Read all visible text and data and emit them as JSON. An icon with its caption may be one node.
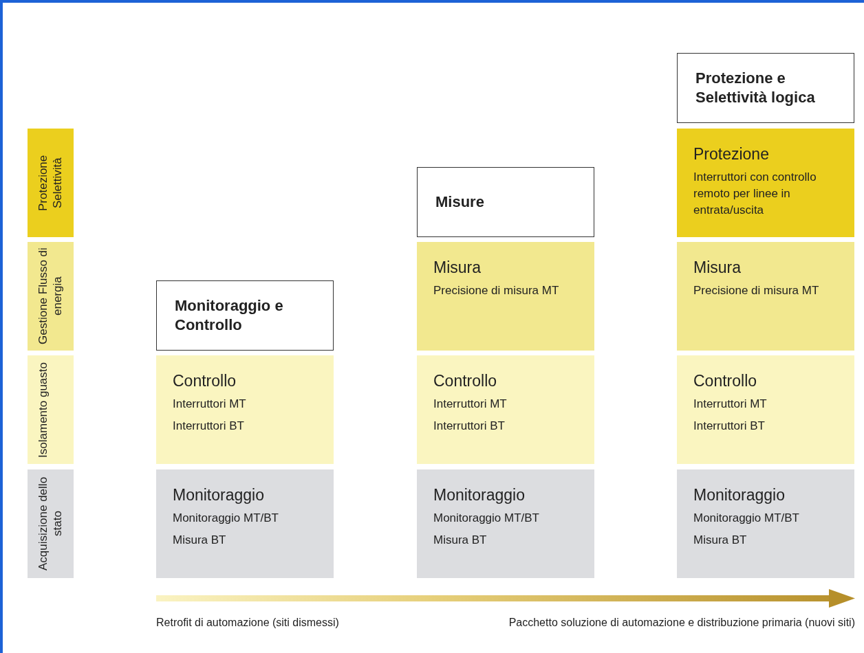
{
  "diagram": {
    "nodes": [
      {
        "text": [
          "Protezione Selettività"
        ]
      },
      {
        "text": [
          "Gestione Flusso di energia"
        ]
      },
      {
        "text": [
          "Isolamento guasto"
        ]
      },
      {
        "text": [
          "Acquisizione dello stato"
        ]
      },
      {
        "text": [
          "Monitoraggio e Controllo"
        ]
      },
      {
        "text": [
          "Controllo",
          "Interruttori MT",
          "Interruttori BT"
        ]
      },
      {
        "text": [
          "Monitoraggio",
          "Monitoraggio MT/BT",
          "Misura BT"
        ]
      },
      {
        "text": [
          "Misure"
        ]
      },
      {
        "text": [
          "Misura",
          "Precisione di misura MT"
        ]
      },
      {
        "text": [
          "Controllo",
          "Interruttori MT",
          "Interruttori BT"
        ]
      },
      {
        "text": [
          "Monitoraggio",
          "Monitoraggio MT/BT",
          "Misura BT"
        ]
      },
      {
        "text": [
          "Protezione e Selettività logica"
        ]
      },
      {
        "text": [
          "Protezione",
          "Interruttori con controllo remoto per linee in entrata/uscita"
        ]
      },
      {
        "text": [
          "Misura",
          "Precisione di misura MT"
        ]
      },
      {
        "text": [
          "Controllo",
          "Interruttori MT",
          "Interruttori BT"
        ]
      },
      {
        "text": [
          "Monitoraggio",
          "Monitoraggio MT/BT",
          "Misura BT"
        ]
      }
    ],
    "labels": [
      "Retrofit di automazione (siti dismessi)",
      "Pacchetto soluzione di automazione e distribuzione primaria (nuovi siti)"
    ]
  }
}
